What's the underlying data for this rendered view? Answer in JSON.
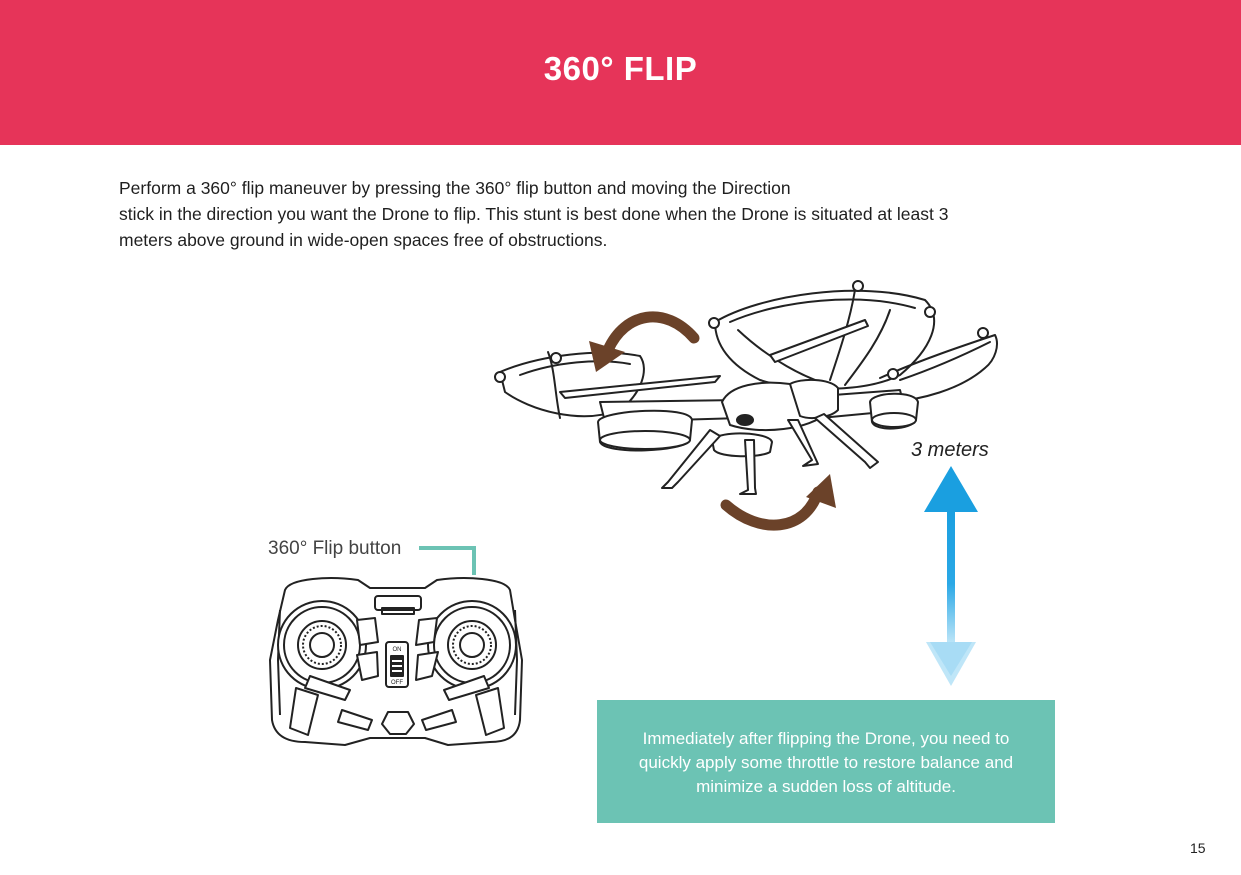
{
  "header": {
    "title": "360° FLIP",
    "color": "#e63459"
  },
  "intro": {
    "lines": [
      "Perform a 360° flip maneuver by pressing the 360° flip button and moving the Direction",
      "stick in the direction you want the Drone to flip. This stunt is best done when the Drone is situated at least 3",
      "meters above ground in wide-open spaces free of obstructions."
    ]
  },
  "diagram": {
    "flip_button_label": "360° Flip button",
    "height_label": "3 meters",
    "switch_on": "ON",
    "switch_off": "OFF",
    "accent_color": "#6cc3b4",
    "arrow_color": "#6b4229",
    "height_arrow_color": "#1a9fe0"
  },
  "note": {
    "text": "Immediately after flipping the Drone, you need to quickly apply some throttle to restore balance and minimize a sudden loss of altitude."
  },
  "footer": {
    "page_number": "15"
  }
}
